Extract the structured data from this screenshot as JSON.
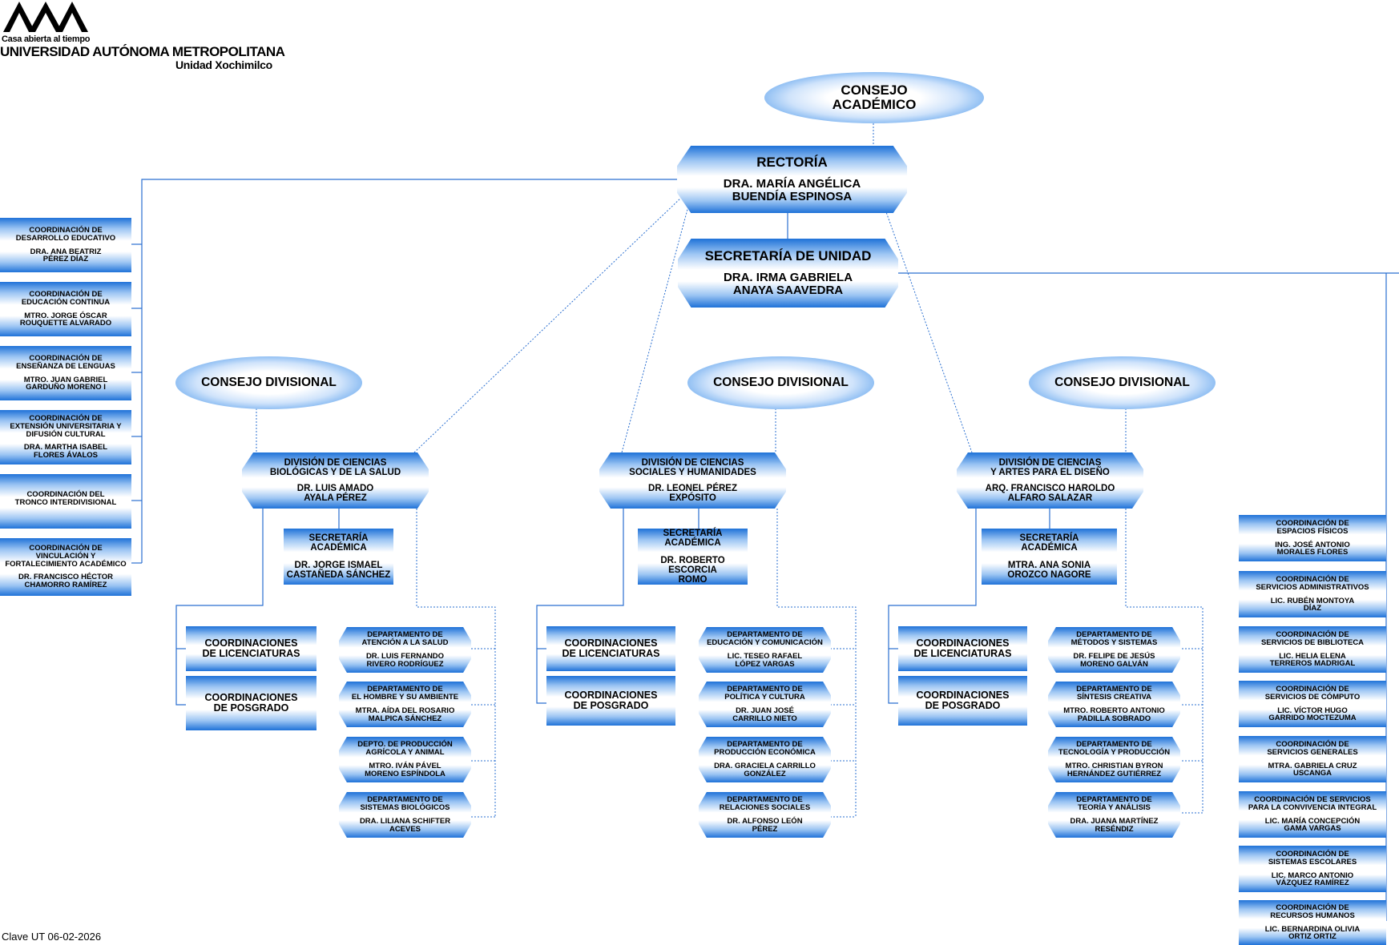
{
  "header": {
    "logo_mark": "UAM",
    "tagline": "Casa abierta al tiempo",
    "university": "UNIVERSIDAD AUTÓNOMA METROPOLITANA",
    "unit": "Unidad Xochimilco"
  },
  "footer": {
    "clave": "Clave UT 06-02-2026"
  },
  "consejo_academico": {
    "l1": "CONSEJO",
    "l2": "ACADÉMICO"
  },
  "rectoria": {
    "title": "RECTORÍA",
    "l1": "DRA. MARÍA ANGÉLICA",
    "l2": "BUENDÍA ESPINOSA"
  },
  "secretaria_unidad": {
    "title": "SECRETARÍA DE UNIDAD",
    "l1": "DRA. IRMA GABRIELA",
    "l2": "ANAYA SAAVEDRA"
  },
  "consejo_divisional": "CONSEJO DIVISIONAL",
  "left_coordinations": [
    {
      "t1": "COORDINACIÓN DE",
      "t2": "DESARROLLO EDUCATIVO",
      "t3": "",
      "n1": "DRA. ANA BEATRIZ",
      "n2": "PÉREZ DÍAZ"
    },
    {
      "t1": "COORDINACIÓN DE",
      "t2": "EDUCACIÓN CONTINUA",
      "t3": "",
      "n1": "MTRO. JORGE ÓSCAR",
      "n2": "ROUQUETTE ALVARADO"
    },
    {
      "t1": "COORDINACIÓN DE",
      "t2": "ENSEÑANZA DE LENGUAS",
      "t3": "",
      "n1": "MTRO. JUAN GABRIEL",
      "n2": "GARDUÑO MORENO I"
    },
    {
      "t1": "COORDINACIÓN DE",
      "t2": "EXTENSIÓN UNIVERSITARIA Y",
      "t3": "DIFUSIÓN CULTURAL",
      "n1": "DRA. MARTHA ISABEL",
      "n2": "FLORES ÁVALOS"
    },
    {
      "t1": "COORDINACIÓN DEL",
      "t2": "TRONCO INTERDIVISIONAL",
      "t3": "",
      "n1": "",
      "n2": ""
    },
    {
      "t1": "COORDINACIÓN DE",
      "t2": "VINCULACIÓN Y",
      "t3": "FORTALECIMIENTO ACADÉMICO",
      "n1": "DR. FRANCISCO HÉCTOR",
      "n2": "CHAMORRO RAMÍREZ"
    }
  ],
  "right_coordinations": [
    {
      "t1": "COORDINACIÓN DE",
      "t2": "ESPACIOS FÍSICOS",
      "n1": "ING. JOSÉ ANTONIO",
      "n2": "MORALES FLORES"
    },
    {
      "t1": "COORDINACIÓN DE",
      "t2": "SERVICIOS ADMINISTRATIVOS",
      "n1": "LIC. RUBÉN MONTOYA",
      "n2": "DÍAZ"
    },
    {
      "t1": "COORDINACIÓN DE",
      "t2": "SERVICIOS DE BIBLIOTECA",
      "n1": "LIC. HELIA ELENA",
      "n2": "TERREROS MADRIGAL"
    },
    {
      "t1": "COORDINACIÓN DE",
      "t2": "SERVICIOS DE CÓMPUTO",
      "n1": "LIC. VÍCTOR HUGO",
      "n2": "GARRIDO MOCTEZUMA"
    },
    {
      "t1": "COORDINACIÓN DE",
      "t2": "SERVICIOS GENERALES",
      "n1": "MTRA. GABRIELA CRUZ",
      "n2": "USCANGA"
    },
    {
      "t1": "COORDINACIÓN DE SERVICIOS",
      "t2": "PARA LA CONVIVENCIA INTEGRAL",
      "n1": "LIC. MARÍA CONCEPCIÓN",
      "n2": "GAMA VARGAS"
    },
    {
      "t1": "COORDINACIÓN DE",
      "t2": "SISTEMAS ESCOLARES",
      "n1": "LIC. MARCO ANTONIO",
      "n2": "VÁZQUEZ RAMÍREZ"
    },
    {
      "t1": "COORDINACIÓN DE",
      "t2": "RECURSOS HUMANOS",
      "n1": "LIC. BERNARDINA OLIVIA",
      "n2": "ORTIZ ORTIZ"
    }
  ],
  "coord_lic": {
    "l1": "COORDINACIONES",
    "l2": "DE LICENCIATURAS"
  },
  "coord_pos": {
    "l1": "COORDINACIONES",
    "l2": "DE POSGRADO"
  },
  "secretaria_academica": {
    "l1": "SECRETARÍA",
    "l2": "ACADÉMICA"
  },
  "divisions": [
    {
      "t1": "DIVISIÓN DE CIENCIAS",
      "t2": "BIOLÓGICAS Y DE LA SALUD",
      "n1": "DR. LUIS AMADO",
      "n2": "AYALA PÉREZ",
      "sec_n1": "DR. JORGE ISMAEL",
      "sec_n2": "CASTAÑEDA SÁNCHEZ",
      "departments": [
        {
          "t1": "DEPARTAMENTO DE",
          "t2": "ATENCIÓN A LA SALUD",
          "n1": "DR. LUIS FERNANDO",
          "n2": "RIVERO RODRÍGUEZ"
        },
        {
          "t1": "DEPARTAMENTO DE",
          "t2": "EL HOMBRE Y SU AMBIENTE",
          "n1": "MTRA. AÍDA DEL ROSARIO",
          "n2": "MALPICA SÁNCHEZ"
        },
        {
          "t1": "DEPTO. DE PRODUCCIÓN",
          "t2": "AGRÍCOLA Y ANIMAL",
          "n1": "MTRO. IVÁN PÁVEL",
          "n2": "MORENO ESPÍNDOLA"
        },
        {
          "t1": "DEPARTAMENTO DE",
          "t2": "SISTEMAS BIOLÓGICOS",
          "n1": "DRA. LILIANA SCHIFTER",
          "n2": "ACEVES"
        }
      ]
    },
    {
      "t1": "DIVISIÓN DE CIENCIAS",
      "t2": "SOCIALES Y HUMANIDADES",
      "n1": "DR. LEONEL PÉREZ",
      "n2": "EXPÓSITO",
      "sec_n1": "DR. ROBERTO ESCORCIA",
      "sec_n2": "ROMO",
      "departments": [
        {
          "t1": "DEPARTAMENTO DE",
          "t2": "EDUCACIÓN Y COMUNICACIÓN",
          "n1": "LIC. TESEO RAFAEL",
          "n2": "LÓPEZ VARGAS"
        },
        {
          "t1": "DEPARTAMENTO DE",
          "t2": "POLÍTICA Y CULTURA",
          "n1": "DR. JUAN JOSÉ",
          "n2": "CARRILLO NIETO"
        },
        {
          "t1": "DEPARTAMENTO DE",
          "t2": "PRODUCCIÓN ECONÓMICA",
          "n1": "DRA. GRACIELA CARRILLO",
          "n2": "GONZÁLEZ"
        },
        {
          "t1": "DEPARTAMENTO DE",
          "t2": "RELACIONES SOCIALES",
          "n1": "DR. ALFONSO LEÓN",
          "n2": "PÉREZ"
        }
      ]
    },
    {
      "t1": "DIVISIÓN DE CIENCIAS",
      "t2": "Y ARTES PARA EL DISEÑO",
      "n1": "ARQ. FRANCISCO HAROLDO",
      "n2": "ALFARO SALAZAR",
      "sec_n1": "MTRA. ANA SONIA",
      "sec_n2": "OROZCO NAGORE",
      "departments": [
        {
          "t1": "DEPARTAMENTO DE",
          "t2": "MÉTODOS Y SISTEMAS",
          "n1": "DR. FELIPE DE JESÚS",
          "n2": "MORENO GALVÁN"
        },
        {
          "t1": "DEPARTAMENTO DE",
          "t2": "SÍNTESIS CREATIVA",
          "n1": "MTRO. ROBERTO ANTONIO",
          "n2": "PADILLA SOBRADO"
        },
        {
          "t1": "DEPARTAMENTO DE",
          "t2": "TECNOLOGÍA Y PRODUCCIÓN",
          "n1": "MTRO. CHRISTIAN BYRON",
          "n2": "HERNÁNDEZ GUTIÉRREZ"
        },
        {
          "t1": "DEPARTAMENTO DE",
          "t2": "TEORÍA Y ANÁLISIS",
          "n1": "DRA. JUANA MARTÍNEZ",
          "n2": "RESÉNDIZ"
        }
      ]
    }
  ]
}
